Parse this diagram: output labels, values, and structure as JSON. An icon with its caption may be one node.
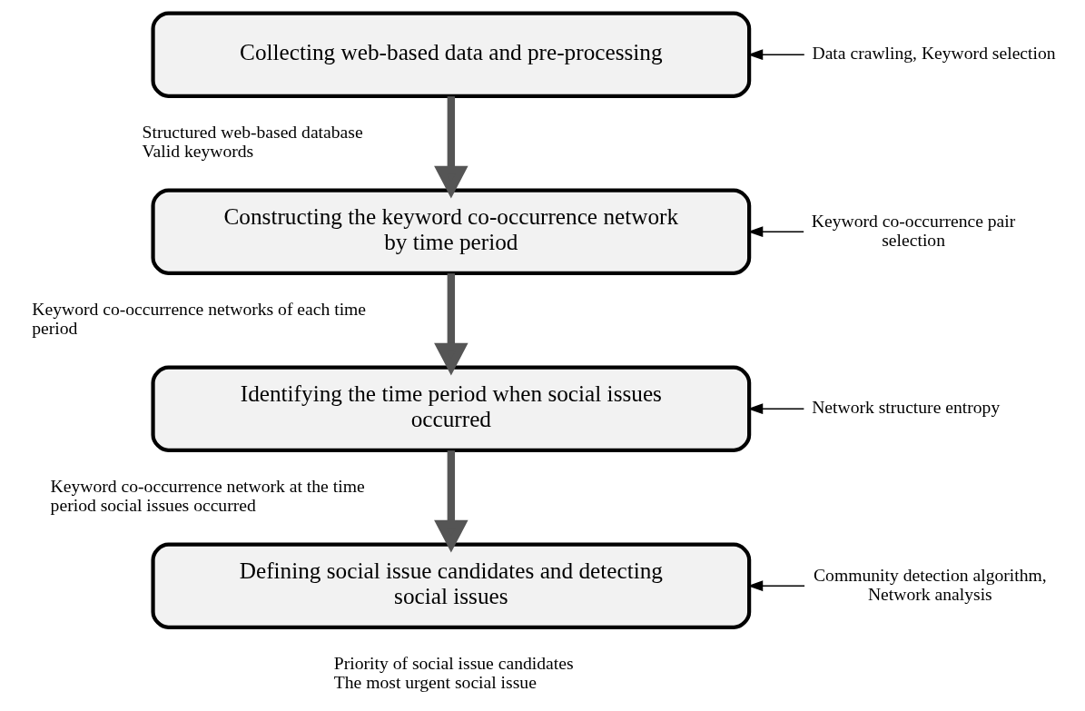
{
  "diagram": {
    "nodes": [
      {
        "text": [
          "Collecting web-based data and pre-processing"
        ],
        "beside": [
          "Structured web-based database",
          "Valid keywords"
        ]
      },
      {
        "text": [
          "Constructing the keyword co-occurrence network by time period"
        ],
        "beside": [
          "Keyword co-occurrence networks of each time period"
        ]
      },
      {
        "text": [
          "Identifying the time period when social issues occurred"
        ],
        "beside": [
          "Keyword co-occurrence network at the time period social issues occurred"
        ]
      },
      {
        "text": [
          "Defining social issue candidates and detecting social issues"
        ],
        "beside": [
          "Priority of social issue candidates",
          "The most urgent social issue"
        ]
      },
      {
        "text": [
          "Data crawling, Keyword selection"
        ]
      },
      {
        "text": [
          "Keyword co-occurrence pair selection"
        ]
      },
      {
        "text": [
          "Network structure entropy"
        ]
      },
      {
        "text": [
          "Community detection algorithm, Network analysis"
        ]
      }
    ],
    "edges": [
      {
        "from": 0,
        "to": 1,
        "arrow": "to",
        "style": "thick"
      },
      {
        "from": 1,
        "to": 2,
        "arrow": "to",
        "style": "thick"
      },
      {
        "from": 2,
        "to": 3,
        "arrow": "to",
        "style": "thick"
      },
      {
        "from": 4,
        "to": 0,
        "arrow": "to"
      },
      {
        "from": 5,
        "to": 1,
        "arrow": "to"
      },
      {
        "from": 6,
        "to": 2,
        "arrow": "to"
      },
      {
        "from": 7,
        "to": 3,
        "arrow": "to"
      }
    ]
  }
}
